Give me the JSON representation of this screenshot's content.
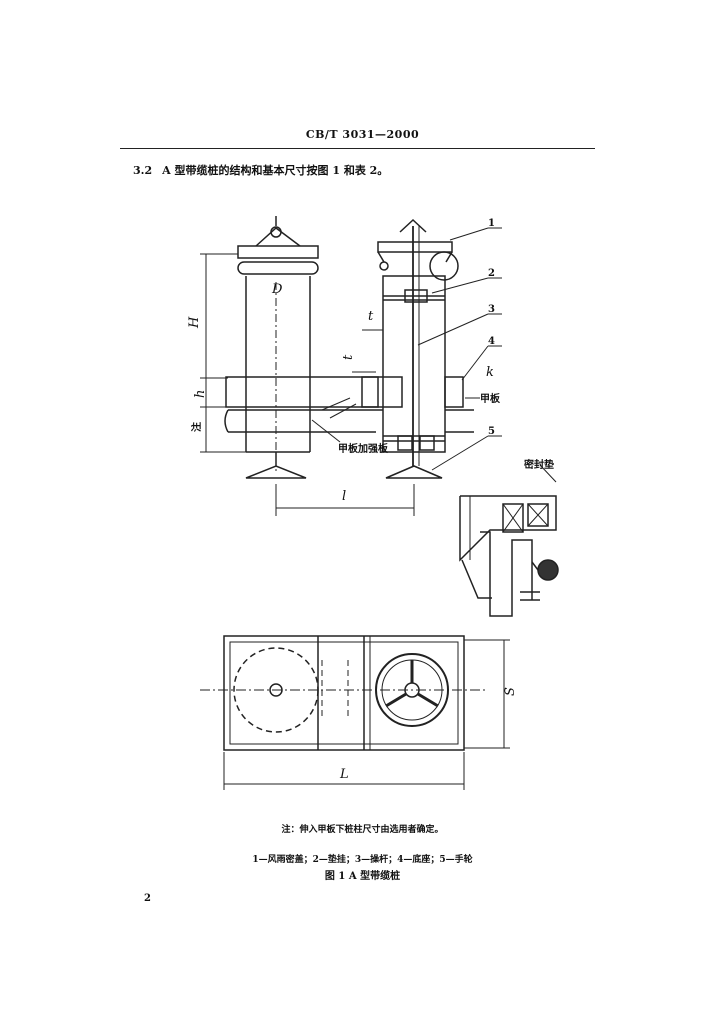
{
  "header": {
    "standard": "CB/T 3031—2000"
  },
  "clause": {
    "number": "3.2",
    "text": "A 型带缆桩的结构和基本尺寸按图 1 和表 2。"
  },
  "figure": {
    "dim_labels": {
      "D": "D",
      "H": "H",
      "h": "h",
      "t_upper": "t",
      "t_lower": "t",
      "k": "k",
      "l": "l",
      "S": "S",
      "L": "L",
      "zhu": "注"
    },
    "part_numbers": [
      "1",
      "2",
      "3",
      "4",
      "5"
    ],
    "annotations": {
      "deck_plate": "甲板",
      "deck_reinforcement": "甲板加强板",
      "seal_packing": "密封垫"
    }
  },
  "note": "注：伸入甲板下桩柱尺寸由选用者确定。",
  "legend": "1—风雨密盖；2—垫挂；3—操杆；4—底座；5—手轮",
  "caption": "图 1  A 型带缆桩",
  "page_number": "2"
}
